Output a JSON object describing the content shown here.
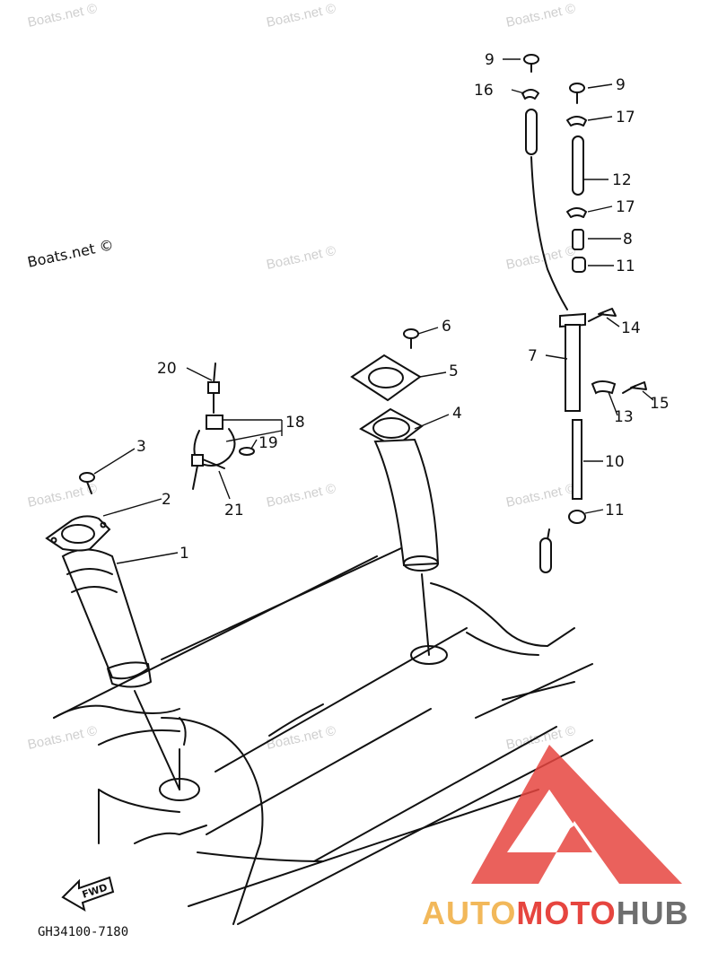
{
  "watermark": "Boats.net ©",
  "diagram_code": "GH34100-7180",
  "fwd_label": "FWD",
  "brand": {
    "part1": "AUTO",
    "part2": "MOTO",
    "part3": "HUB",
    "color1": "#f2b85a",
    "color2": "#e6453f",
    "color3": "#6e6e6e",
    "logo_color": "#e6453f"
  },
  "callouts": {
    "c1": "1",
    "c2": "2",
    "c3": "3",
    "c4": "4",
    "c5": "5",
    "c6": "6",
    "c7": "7",
    "c8": "8",
    "c9a": "9",
    "c9b": "9",
    "c10": "10",
    "c11a": "11",
    "c11b": "11",
    "c12": "12",
    "c13": "13",
    "c14": "14",
    "c15": "15",
    "c16": "16",
    "c17a": "17",
    "c17b": "17",
    "c18": "18",
    "c19": "19",
    "c20": "20",
    "c21": "21"
  }
}
